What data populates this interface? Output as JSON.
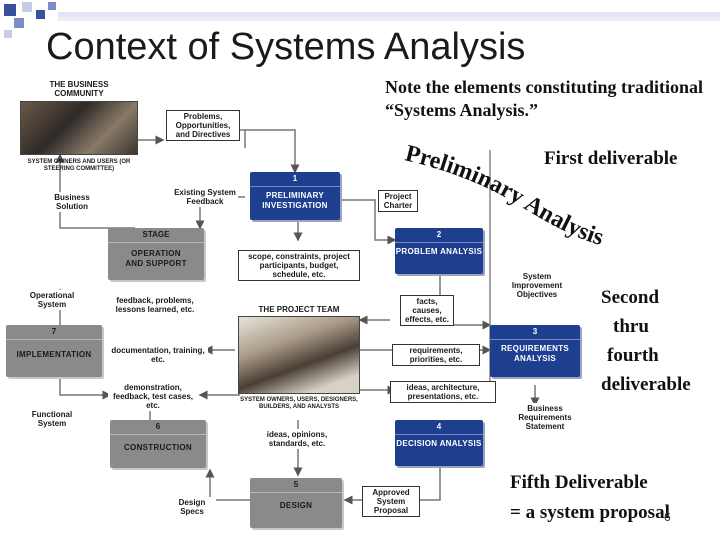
{
  "slide_title": "Context of Systems Analysis",
  "note": "Note the elements constituting traditional “Systems Analysis.”",
  "first_deliverable": "First deliverable",
  "preliminary_arc": "Preliminary Analysis",
  "second_fourth": [
    "Second",
    "thru",
    "fourth",
    "deliverable"
  ],
  "fifth_deliverable": [
    "Fifth Deliverable",
    "= a system proposal"
  ],
  "business_community": {
    "line1": "THE BUSINESS",
    "line2": "COMMUNITY",
    "caption": "SYSTEM OWNERS AND USERS (OR STEERING COMMITTEE)"
  },
  "project_team": {
    "title": "THE PROJECT TEAM",
    "caption": "SYSTEM OWNERS, USERS, DESIGNERS, BUILDERS, AND ANALYSTS"
  },
  "phases": [
    {
      "num": "1",
      "label": "PRELIMINARY INVESTIGATION"
    },
    {
      "num": "2",
      "label": "PROBLEM ANALYSIS"
    },
    {
      "num": "3",
      "label": "REQUIREMENTS ANALYSIS"
    },
    {
      "num": "4",
      "label": "DECISION ANALYSIS"
    },
    {
      "num": "5",
      "label": "DESIGN"
    },
    {
      "num": "6",
      "label": "CONSTRUCTION"
    },
    {
      "num": "7",
      "label": "IMPLEMENTATION"
    },
    {
      "num": "STAGE",
      "label": "OPERATION AND SUPPORT"
    }
  ],
  "notes": {
    "problems": "Problems, Opportunities, and Directives",
    "existing": "Existing System Feedback",
    "business_solution": "Business Solution",
    "project_charter": "Project Charter",
    "scope": "scope, constraints, project participants, budget, schedule, etc.",
    "improvement": "System Improvement Objectives",
    "operational": "Operational System",
    "feedback": "feedback, problems, lessons learned, etc.",
    "facts": "facts, causes, effects, etc.",
    "documentation": "documentation, training, etc.",
    "requirements_pri": "requirements, priorities, etc.",
    "demonstration": "demonstration, feedback, test cases, etc.",
    "ideas_arch": "ideas, architecture, presentations, etc.",
    "functional": "Functional System",
    "brs": "Business Requirements Statement",
    "ideas_opinions": "ideas, opinions, standards, etc.",
    "design_specs": "Design Specs",
    "approved": "Approved System Proposal"
  },
  "page_number": "6",
  "colors": {
    "phase_blue": "#1e3f8f",
    "stage_gray": "#8a8a8a",
    "arrow": "#555555",
    "title_squares": "#3b4fa0"
  }
}
